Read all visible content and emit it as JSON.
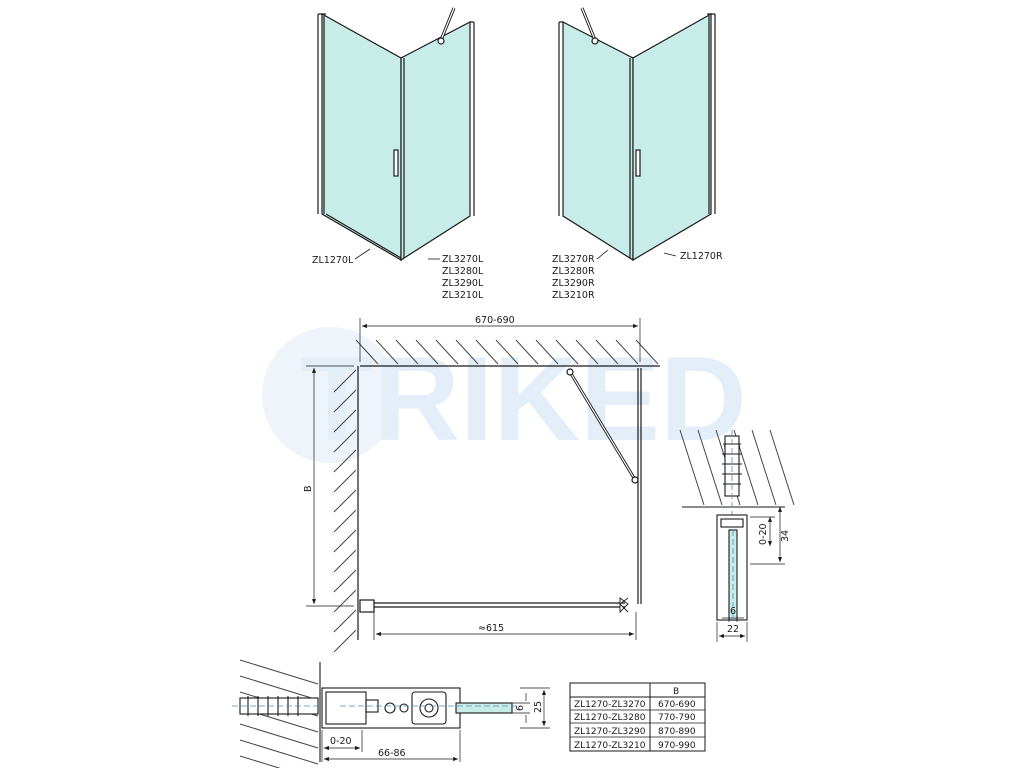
{
  "watermark": {
    "text": "TRIKED",
    "color": "#e3eef8"
  },
  "colors": {
    "glass": "#c8ece7",
    "line": "#1a1a1a",
    "hatch": "#444444",
    "axis": "#4a8ec9"
  },
  "left_view": {
    "panel_label": "ZL1270L",
    "door_labels": [
      "ZL3270L",
      "ZL3280L",
      "ZL3290L",
      "ZL3210L"
    ]
  },
  "right_view": {
    "panel_label": "ZL1270R",
    "door_labels": [
      "ZL3270R",
      "ZL3280R",
      "ZL3290R",
      "ZL3210R"
    ]
  },
  "plan": {
    "width_dim": "670-690",
    "depth_dim": "B",
    "panel_dim": "≈615"
  },
  "section_right": {
    "dims": [
      "0-20",
      "34",
      "6",
      "22"
    ]
  },
  "section_bottom": {
    "dims": [
      "0-20",
      "66-86",
      "25",
      "6"
    ]
  },
  "table": {
    "header": [
      "",
      "B"
    ],
    "rows": [
      [
        "ZL1270-ZL3270",
        "670-690"
      ],
      [
        "ZL1270-ZL3280",
        "770-790"
      ],
      [
        "ZL1270-ZL3290",
        "870-890"
      ],
      [
        "ZL1270-ZL3210",
        "970-990"
      ]
    ]
  }
}
